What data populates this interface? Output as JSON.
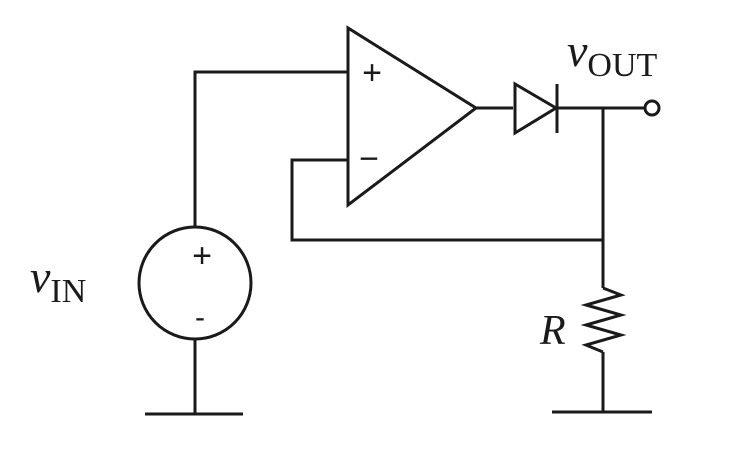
{
  "labels": {
    "input_var": "v",
    "input_sub": "IN",
    "output_var": "v",
    "output_sub": "OUT",
    "resistor": "R",
    "opamp_plus": "+",
    "opamp_minus": "−",
    "source_plus": "+",
    "source_minus": "-"
  },
  "colors": {
    "stroke": "#1a1a1a",
    "background": "#ffffff"
  }
}
